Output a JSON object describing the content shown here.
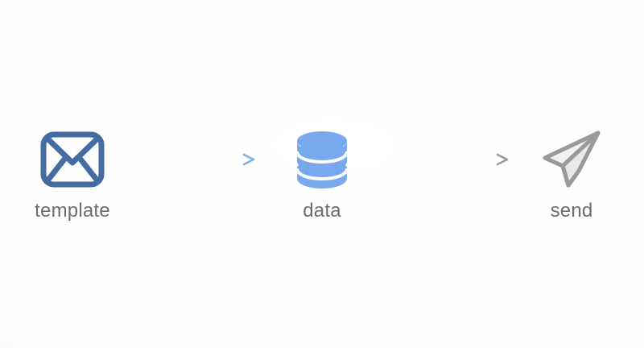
{
  "diagram": {
    "title": "template to data to send flow",
    "type": "horizontal-flow",
    "background_color": "#fdfdfd",
    "nodes": [
      {
        "id": "template",
        "label": "template",
        "icon": "envelope-icon",
        "icon_style": "outline",
        "color": "#456ba3"
      },
      {
        "id": "data",
        "label": "data",
        "icon": "database-cylinder-icon",
        "icon_style": "filled",
        "color": "#78a9ee"
      },
      {
        "id": "send",
        "label": "send",
        "icon": "paper-plane-icon",
        "icon_style": "outline-filled",
        "color": "#9a9a9a"
      }
    ],
    "connectors": [
      {
        "id": "template-to-data",
        "from": "template",
        "to": "data",
        "style": "arrow-right",
        "color": "#8cb9e2"
      },
      {
        "id": "data-to-send",
        "from": "data",
        "to": "send",
        "style": "arrow-right",
        "color": "#9a9a9a"
      }
    ],
    "label_color": "#6d6d6d"
  }
}
